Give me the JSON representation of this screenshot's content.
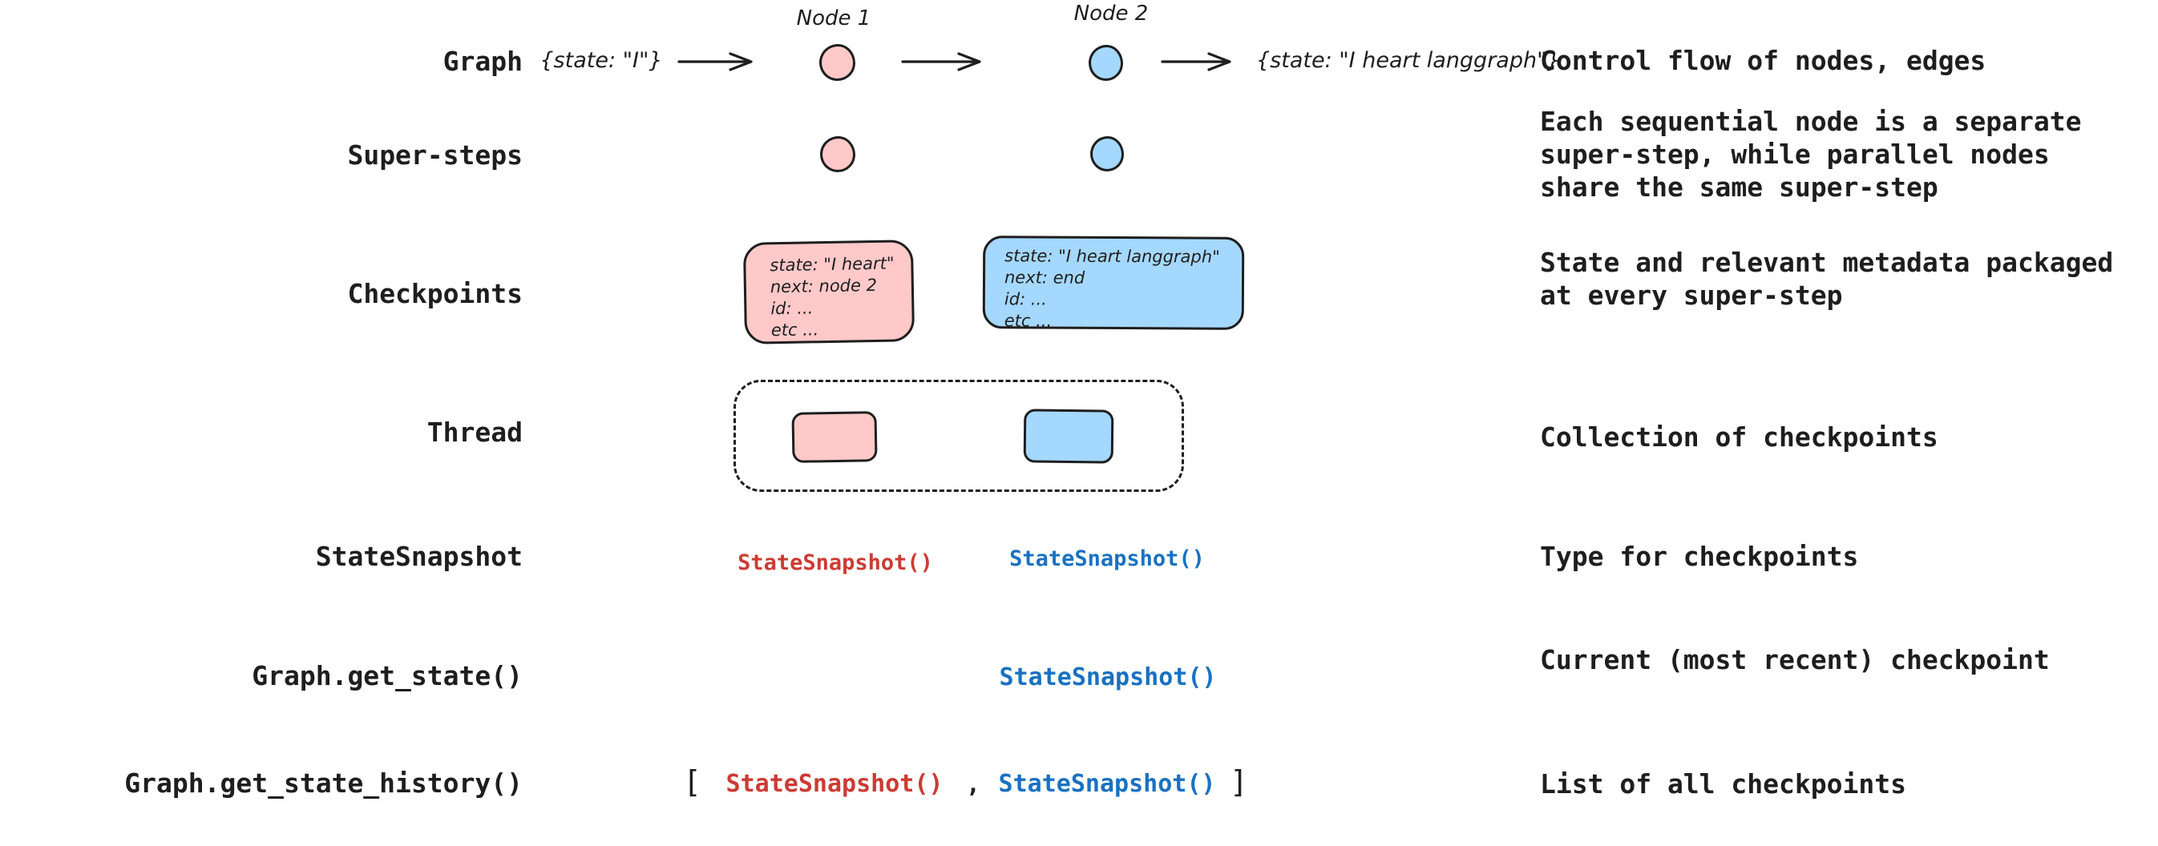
{
  "colors": {
    "ink": "#1e1e1e",
    "pink_fill": "#ffc9c9",
    "blue_fill": "#a5d8ff",
    "red_text": "#cc3b33",
    "blue_text": "#1971c2",
    "bg": "#ffffff"
  },
  "left_labels": {
    "graph": "Graph",
    "super_steps": "Super-steps",
    "checkpoints": "Checkpoints",
    "thread": "Thread",
    "state_snapshot": "StateSnapshot",
    "get_state": "Graph.get_state()",
    "get_state_history": "Graph.get_state_history()"
  },
  "descriptions": {
    "graph": "Control flow of nodes, edges",
    "super_steps": "Each sequential node is a separate super-step, while parallel nodes share the same super-step",
    "checkpoints": "State and relevant metadata packaged at every super-step",
    "thread": "Collection of checkpoints",
    "state_snapshot": "Type for checkpoints",
    "get_state": "Current (most recent) checkpoint",
    "get_state_history": "List of all checkpoints"
  },
  "graph_row": {
    "node1_label": "Node 1",
    "node2_label": "Node 2",
    "input_state": "{state: \"I\"}",
    "output_state": "{state: \"I heart langgraph\"}"
  },
  "checkpoint_boxes": {
    "node1": {
      "lines": [
        "state: \"I heart\"",
        "next: node 2",
        "id: ...",
        "etc ..."
      ]
    },
    "node2": {
      "lines": [
        "state: \"I heart langgraph\"",
        "next: end",
        "id: ...",
        "etc ..."
      ]
    }
  },
  "snapshots": {
    "red": "StateSnapshot()",
    "blue": "StateSnapshot()"
  },
  "history": {
    "open_bracket": "[",
    "comma": ",",
    "close_bracket": "]"
  }
}
